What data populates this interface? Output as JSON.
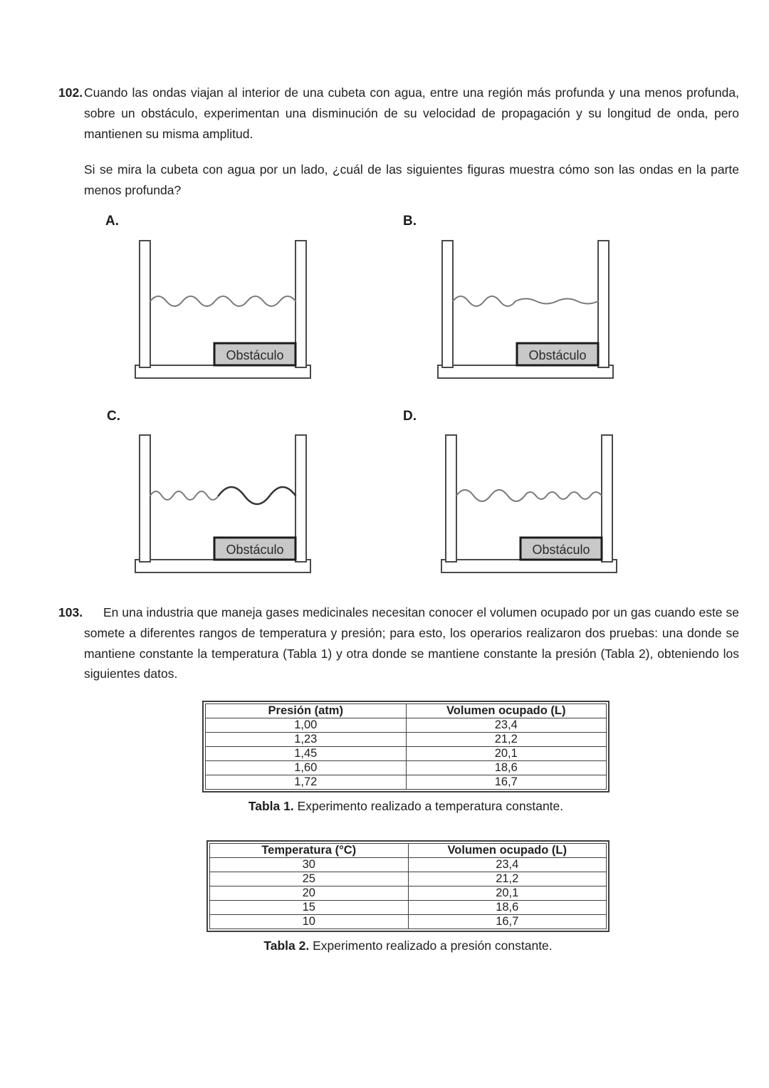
{
  "q102": {
    "number": "102.",
    "para1": "Cuando las ondas viajan al interior de una cubeta con agua, entre una región más profunda y una menos profunda, sobre un obstáculo, experimentan una disminución de su velocidad de propagación y su longitud de onda, pero mantienen su misma amplitud.",
    "para2": "Si se mira la cubeta con agua por un lado, ¿cuál de las siguientes figuras muestra cómo son las ondas en la parte menos profunda?",
    "figures": [
      {
        "label": "A.",
        "obstacle": "Obstáculo",
        "wave": "uniform wavelength and uniform amplitude across the whole tank"
      },
      {
        "label": "B.",
        "obstacle": "Obstáculo",
        "wave": "normal waves at left, smaller amplitude flatter waves above the obstacle"
      },
      {
        "label": "C.",
        "obstacle": "Obstáculo",
        "wave": "short waves at left, longer wavelength and larger amplitude above the obstacle"
      },
      {
        "label": "D.",
        "obstacle": "Obstáculo",
        "wave": "longer wavelength waves at left, shorter wavelength with same amplitude above the obstacle"
      }
    ]
  },
  "q103": {
    "number": "103.",
    "para": "En una industria que maneja gases medicinales necesitan conocer el volumen ocupado por un gas cuando este se somete a diferentes rangos de temperatura y presión; para esto, los operarios realizaron dos pruebas: una donde se mantiene constante la temperatura (Tabla 1) y otra donde se mantiene constante la presión (Tabla 2), obteniendo los siguientes datos."
  },
  "table1": {
    "headers": [
      "Presión (atm)",
      "Volumen ocupado (L)"
    ],
    "rows": [
      [
        "1,00",
        "23,4"
      ],
      [
        "1,23",
        "21,2"
      ],
      [
        "1,45",
        "20,1"
      ],
      [
        "1,60",
        "18,6"
      ],
      [
        "1,72",
        "16,7"
      ]
    ],
    "caption_bold": "Tabla 1.",
    "caption_text": " Experimento realizado a temperatura constante."
  },
  "table2": {
    "headers": [
      "Temperatura (°C)",
      "Volumen ocupado (L)"
    ],
    "rows": [
      [
        "30",
        "23,4"
      ],
      [
        "25",
        "21,2"
      ],
      [
        "20",
        "20,1"
      ],
      [
        "15",
        "18,6"
      ],
      [
        "10",
        "16,7"
      ]
    ],
    "caption_bold": "Tabla 2.",
    "caption_text": " Experimento realizado a presión constante."
  }
}
